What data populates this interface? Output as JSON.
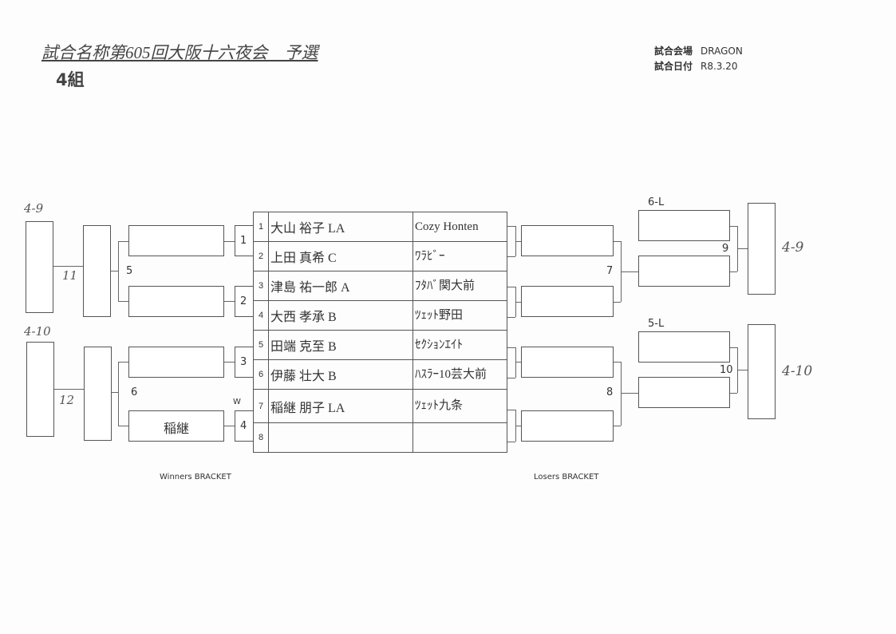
{
  "header": {
    "title": "試合名称第605回大阪十六夜会　予選",
    "group": "4組",
    "venue_label": "試合会場",
    "venue": "DRAGON",
    "date_label": "試合日付",
    "date": "R8.3.20"
  },
  "players": [
    {
      "seed": "1",
      "name": "大山 裕子 LA",
      "team": "Cozy Honten"
    },
    {
      "seed": "2",
      "name": "上田 真希 C",
      "team": "ﾜﾗﾋﾞｰ"
    },
    {
      "seed": "3",
      "name": "津島 祐一郎 A",
      "team": "ﾌﾀﾊﾞ関大前"
    },
    {
      "seed": "4",
      "name": "大西 孝承 B",
      "team": "ﾂｪｯﾄ野田"
    },
    {
      "seed": "5",
      "name": "田端 克至 B",
      "team": "ｾｸｼｮﾝｴｲﾄ"
    },
    {
      "seed": "6",
      "name": "伊藤 壮大 B",
      "team": "ﾊｽﾗｰ10芸大前"
    },
    {
      "seed": "7",
      "name": "稲継 朋子 LA",
      "team": "ﾂｪｯﾄ九条"
    },
    {
      "seed": "8",
      "name": "",
      "team": ""
    }
  ],
  "winners": {
    "matches": [
      "1",
      "2",
      "3",
      "4",
      "5",
      "6",
      "11",
      "12"
    ],
    "slot_r1_4": "稲継",
    "w_mark": "W",
    "hand_labels": [
      "4-9",
      "4-10"
    ],
    "footer": "Winners BRACKET"
  },
  "losers": {
    "matches": [
      "7",
      "8",
      "9",
      "10"
    ],
    "labels": [
      "6-L",
      "5-L"
    ],
    "hand_labels": [
      "4-9",
      "4-10"
    ],
    "footer": "Losers BRACKET"
  }
}
